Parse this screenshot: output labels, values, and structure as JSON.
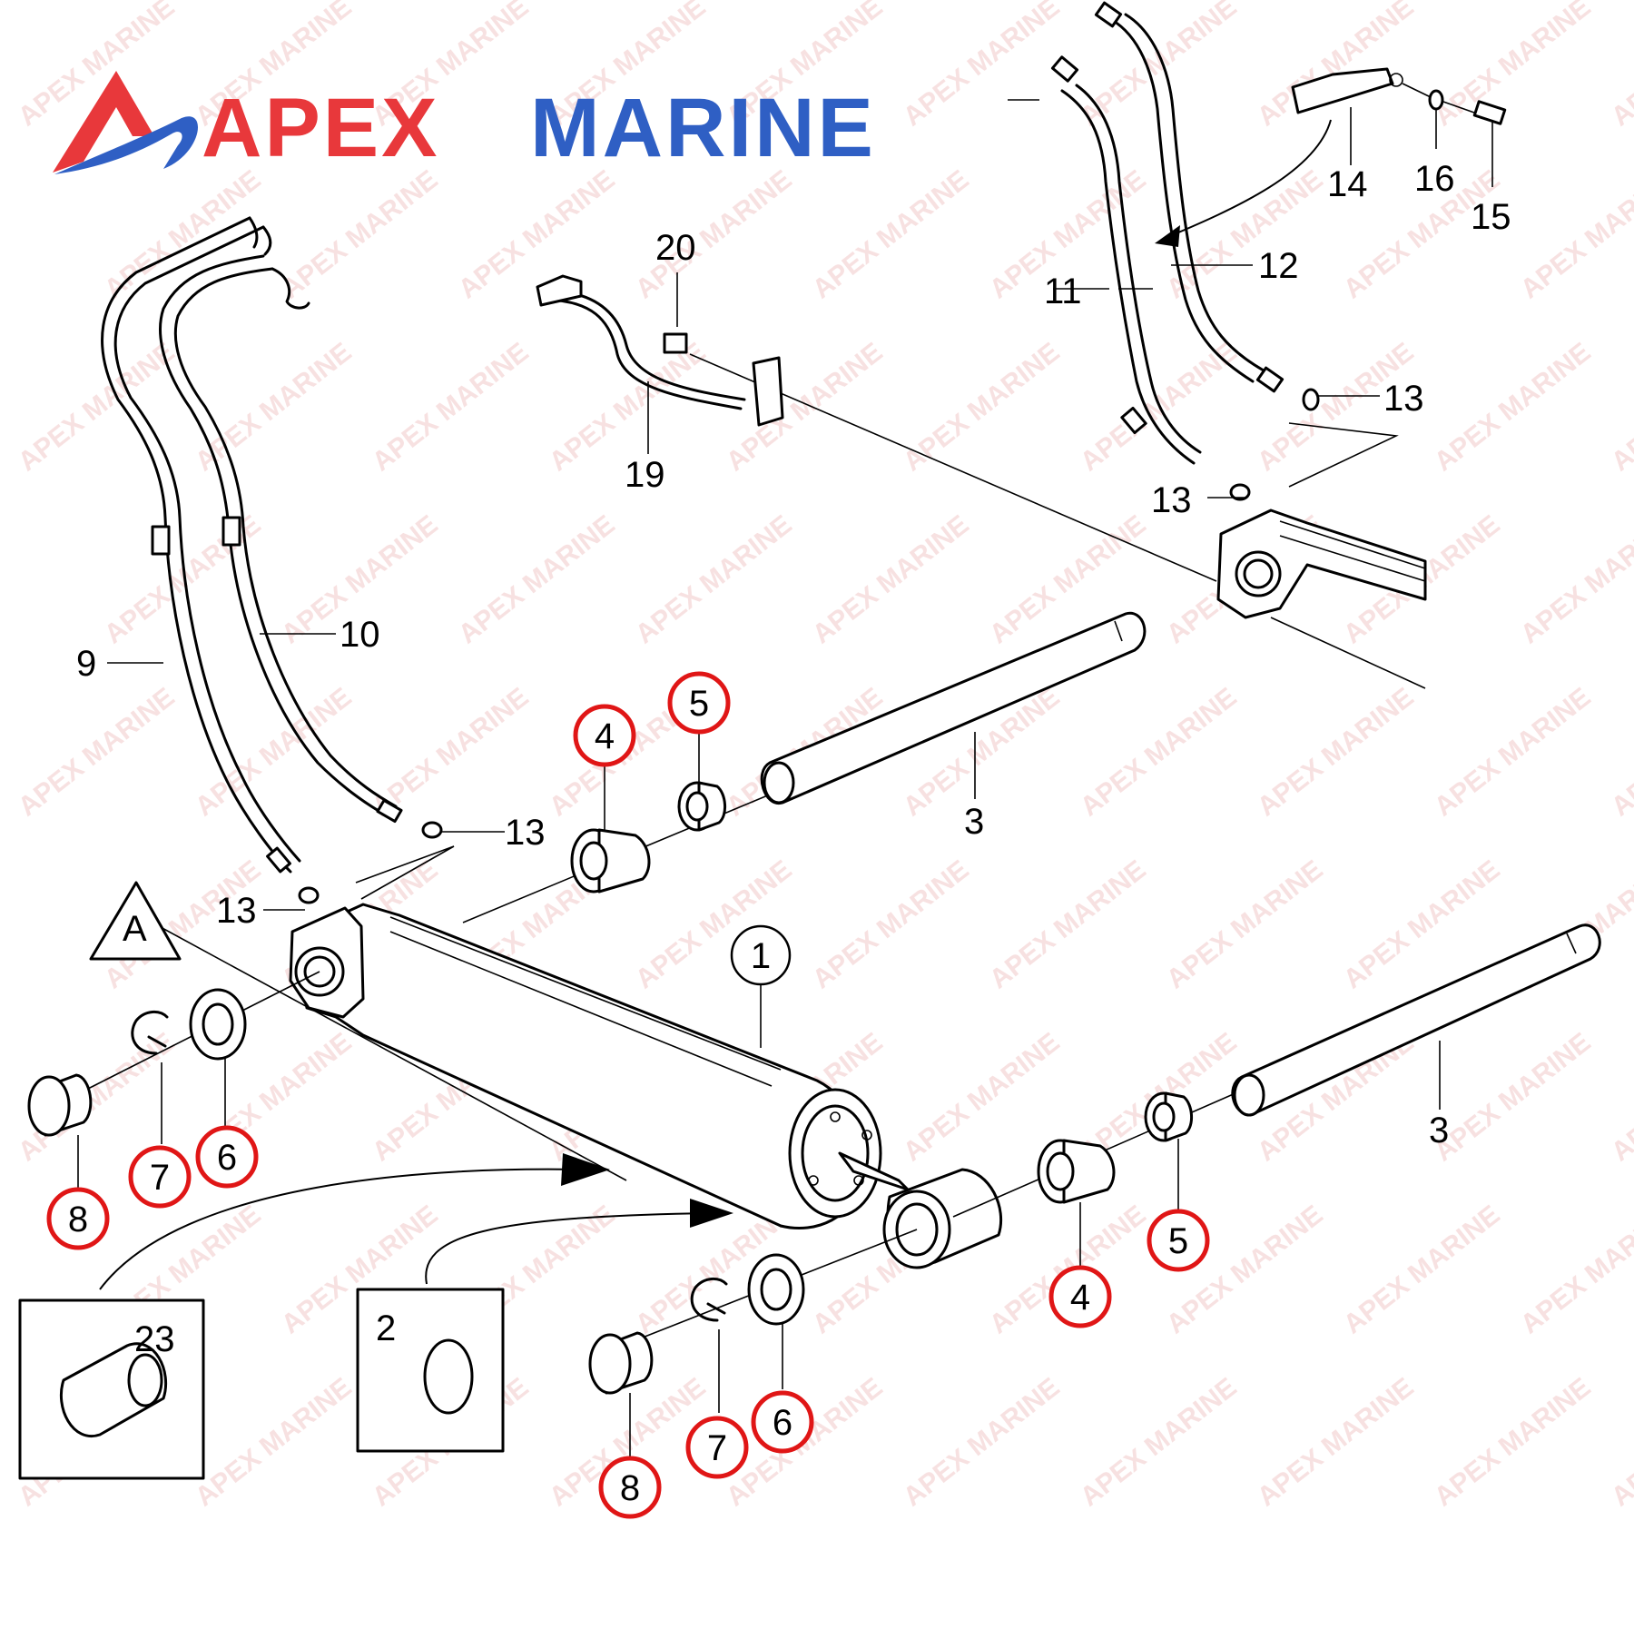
{
  "logo": {
    "word_apex": "APEX",
    "word_marine": "MARINE",
    "apex_color": "#e8383b",
    "marine_color": "#2f5fc4"
  },
  "watermark": {
    "text": "APEX MARINE",
    "color": "#f2c9c9"
  },
  "callouts": {
    "c1": "1",
    "c2": "2",
    "c3a": "3",
    "c3b": "3",
    "c4a": "4",
    "c4b": "4",
    "c5a": "5",
    "c5b": "5",
    "c6a": "6",
    "c6b": "6",
    "c7a": "7",
    "c7b": "7",
    "c8a": "8",
    "c8b": "8",
    "c9": "9",
    "c10": "10",
    "c11": "11",
    "c12": "12",
    "c13a": "13",
    "c13b": "13",
    "c13c": "13",
    "c13d": "13",
    "c14": "14",
    "c15": "15",
    "c16": "16",
    "c19": "19",
    "c20": "20",
    "c23": "23",
    "view_a": "A"
  },
  "highlight_color": "#e01616"
}
